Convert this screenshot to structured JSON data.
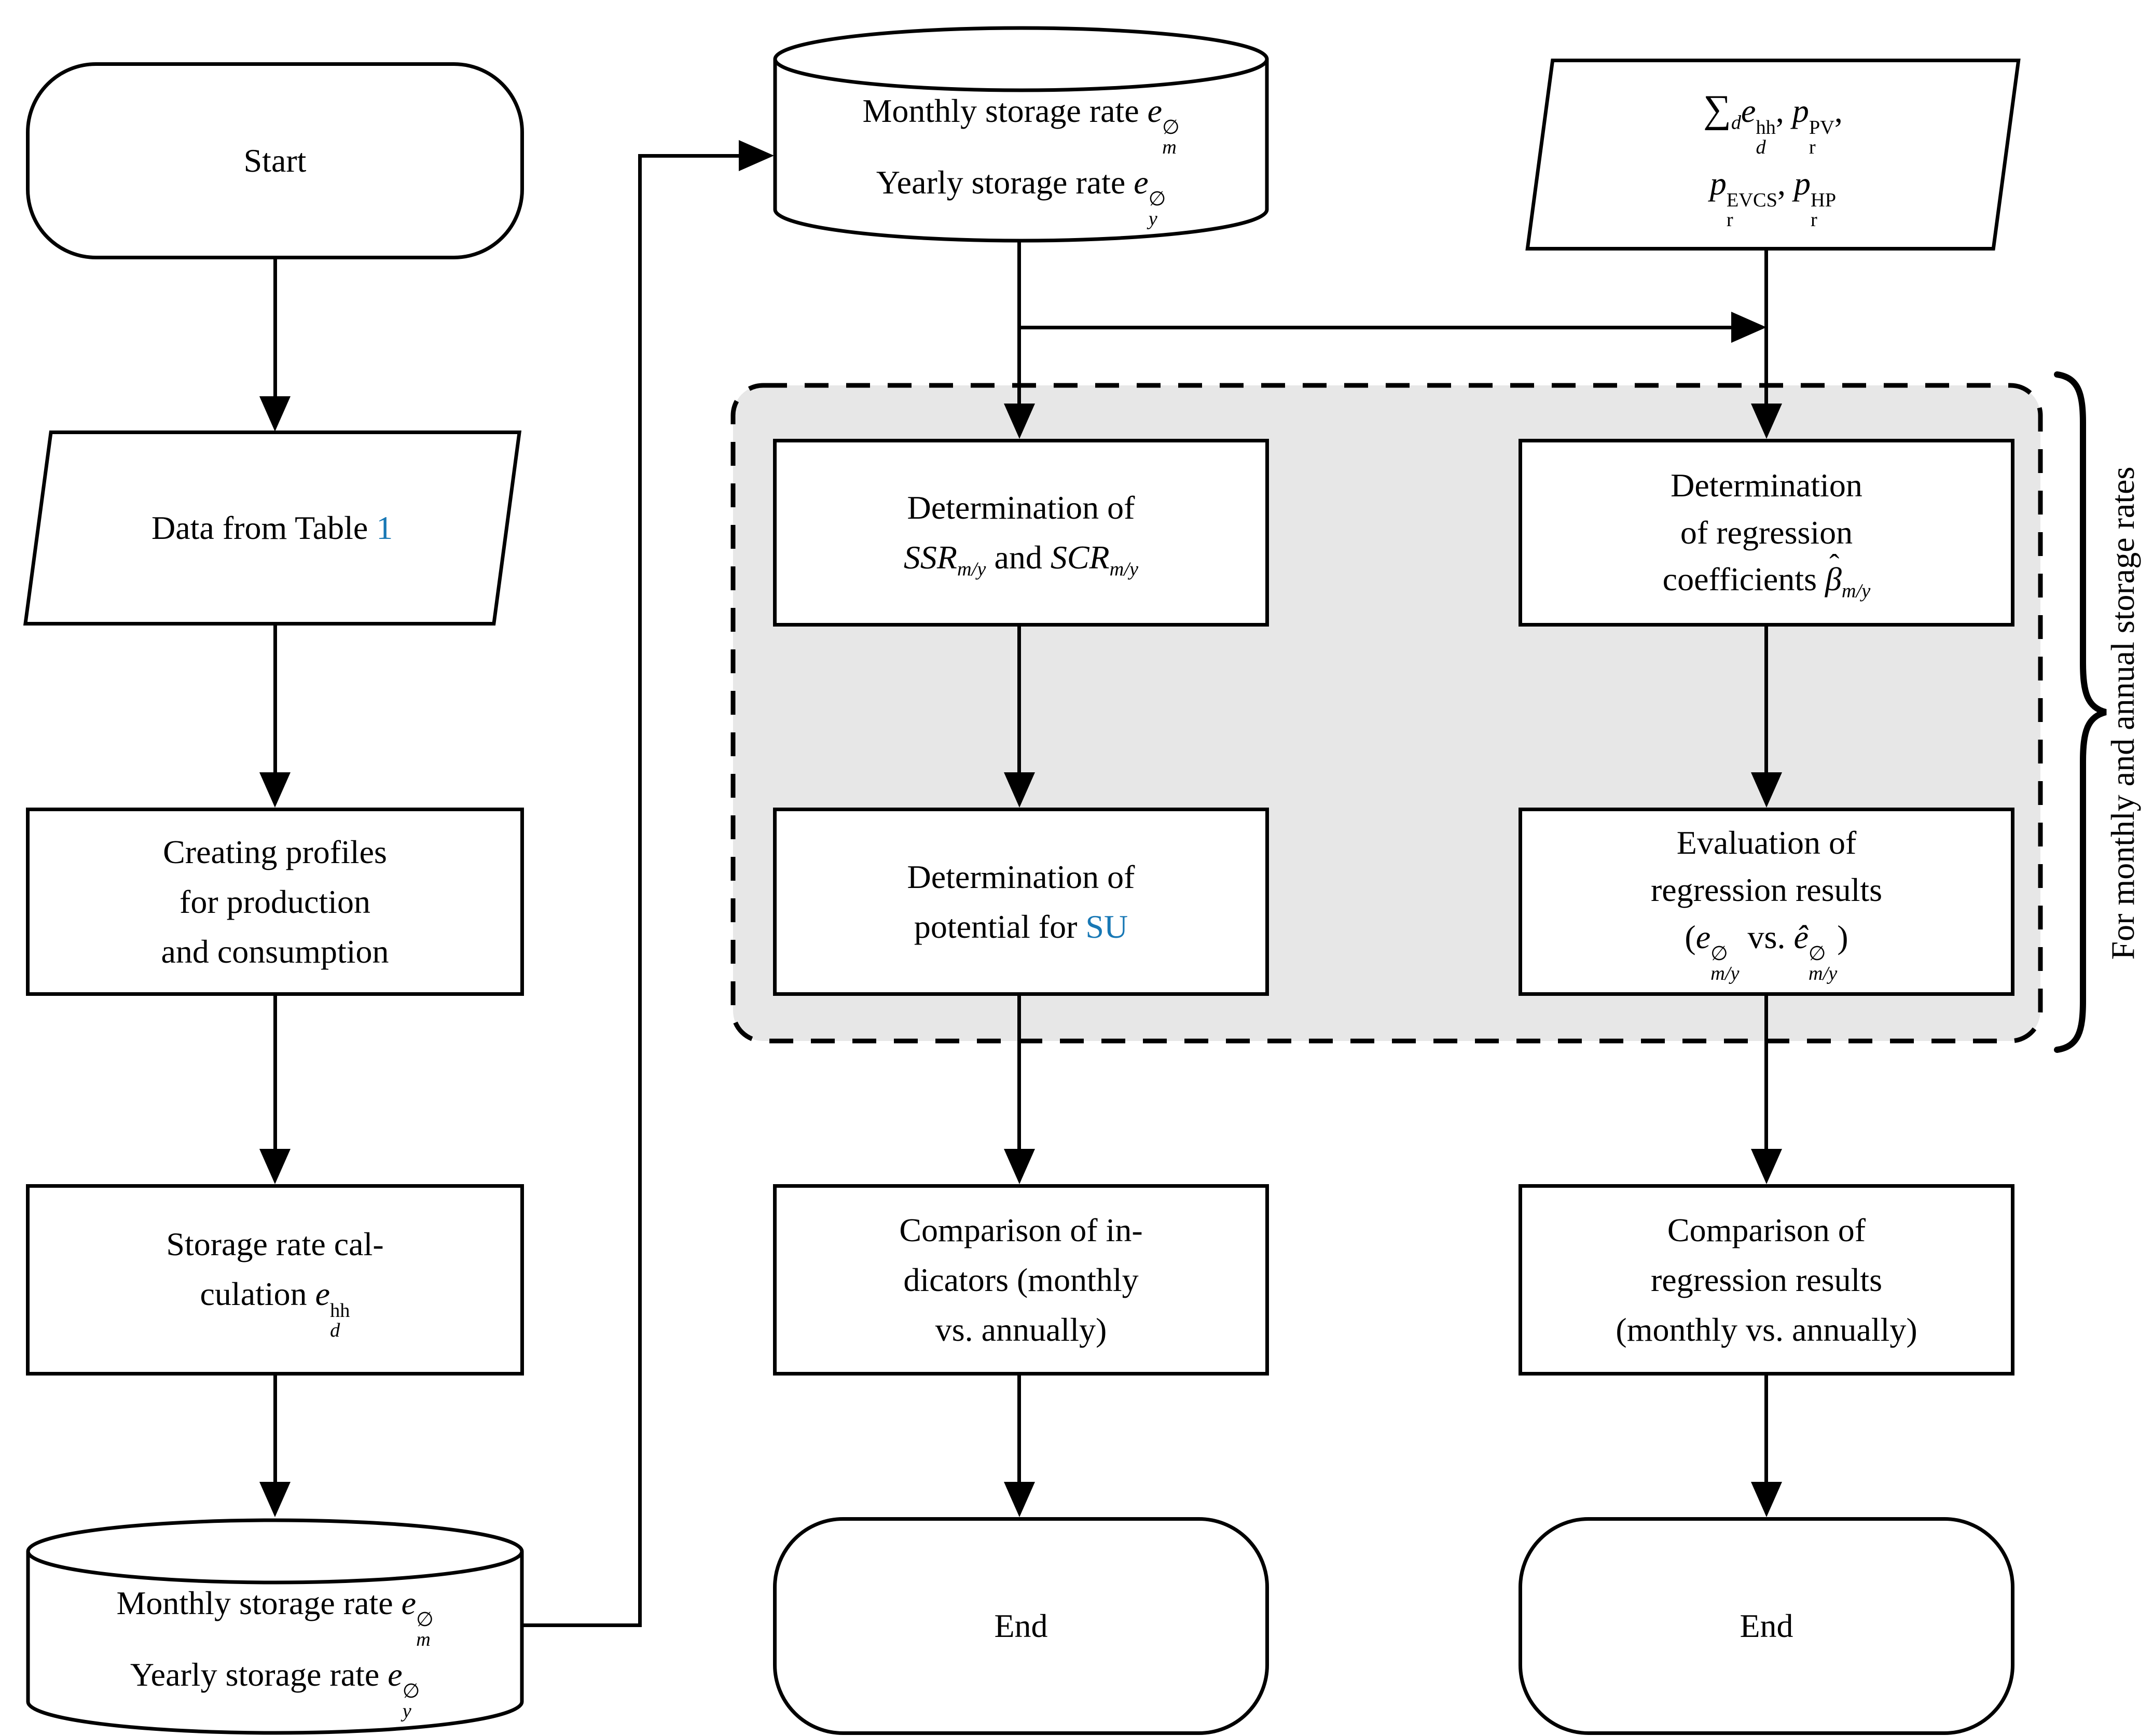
{
  "palette": {
    "ink": "#000000",
    "link": "#1878b5",
    "region_fill": "#e7e7e7",
    "paper": "#ffffff"
  },
  "region": {
    "label": "For monthly and annual storage rates"
  },
  "nodes": {
    "start": {
      "label": "Start"
    },
    "data_input": {
      "text": "Data from Table ",
      "link": "1"
    },
    "profiles": {
      "line1": "Creating profiles",
      "line2": "for production",
      "line3": "and consumption"
    },
    "storage_calc": {
      "line1": "Storage rate cal-",
      "line2": "culation ",
      "sym_base": "e",
      "sym_sup": "hh",
      "sym_sub": "d"
    },
    "storage_db": {
      "line1": "Monthly storage rate ",
      "sym1_base": "e",
      "sym1_sup": "∅",
      "sym1_sub": "m",
      "line2": "Yearly storage rate ",
      "sym2_base": "e",
      "sym2_sup": "∅",
      "sym2_sub": "y"
    },
    "rates_db": {
      "line1": "Monthly storage rate ",
      "sym1_base": "e",
      "sym1_sup": "∅",
      "sym1_sub": "m",
      "line2": "Yearly storage rate ",
      "sym2_base": "e",
      "sym2_sup": "∅",
      "sym2_sub": "y"
    },
    "inputs": {
      "sum": "∑",
      "sum_sub": "d",
      "e_base": "e",
      "e_sup": "hh",
      "e_sub": "d",
      "comma1": ", ",
      "p1_base": "p",
      "p1_sup": "PV",
      "p1_sub": "r",
      "comma2": ",",
      "p2_base": "p",
      "p2_sup": "EVCS",
      "p2_sub": "r",
      "comma3": ", ",
      "p3_base": "p",
      "p3_sup": "HP",
      "p3_sub": "r"
    },
    "det_indicators": {
      "line1": "Determination of",
      "ssr": "SSR",
      "ssr_sub": "m/y",
      "and": " and ",
      "scr": "SCR",
      "scr_sub": "m/y"
    },
    "det_su": {
      "line1": "Determination of",
      "line2": "potential for ",
      "link": "SU"
    },
    "det_regression": {
      "line1": "Determination",
      "line2": "of regression",
      "line3": "coefficients ",
      "hat": "ˆ",
      "beta": "β",
      "beta_sub": "m/y"
    },
    "eval_regression": {
      "line1": "Evaluation of",
      "line2": "regression results",
      "open": "(",
      "e1_base": "e",
      "e1_sup": "∅",
      "e1_sub": "m/y",
      "vs": " vs. ",
      "e2_base": "ê",
      "e2_sup": "∅",
      "e2_sub": "m/y",
      "close": ")"
    },
    "cmp_indicators": {
      "line1": "Comparison of in-",
      "line2": "dicators (monthly",
      "line3": "vs. annually)"
    },
    "cmp_regression": {
      "line1": "Comparison of",
      "line2": "regression results",
      "line3": "(monthly vs. annually)"
    },
    "end_mid": {
      "label": "End"
    },
    "end_right": {
      "label": "End"
    }
  }
}
